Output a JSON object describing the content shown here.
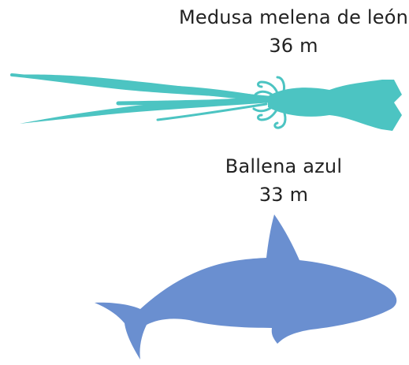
{
  "animals": [
    {
      "name": "Medusa melena de león",
      "length": "36 m",
      "color": "#4cc4c2",
      "icon": "squid-silhouette"
    },
    {
      "name": "Ballena azul",
      "length": "33 m",
      "color": "#6a8fd0",
      "icon": "whale-silhouette"
    }
  ]
}
